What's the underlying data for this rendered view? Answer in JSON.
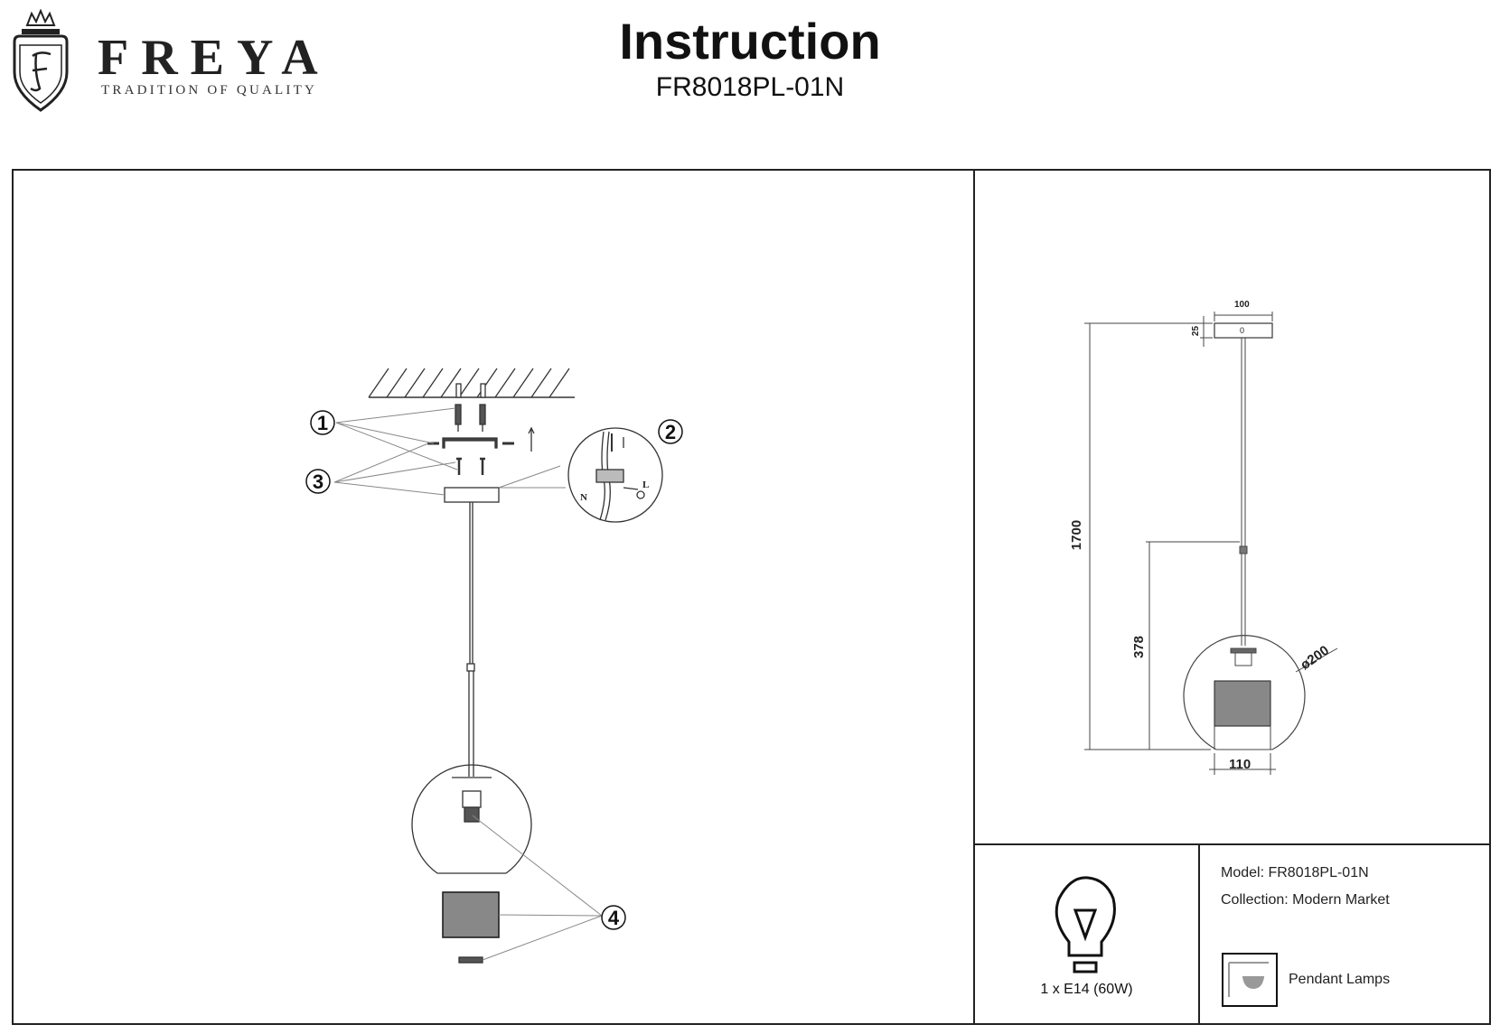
{
  "header": {
    "brand": "FREYA",
    "tagline": "TRADITION OF QUALITY",
    "title": "Instruction",
    "model_code": "FR8018PL-01N"
  },
  "assembly": {
    "callouts": [
      "1",
      "2",
      "3",
      "4"
    ],
    "wire_labels": {
      "neutral": "N",
      "live": "L"
    }
  },
  "dimensions": {
    "canopy_width": "100",
    "canopy_height": "25",
    "total_height": "1700",
    "shade_height": "378",
    "shade_diameter": "ø200",
    "inner_width": "110",
    "canopy_mark": "0"
  },
  "info": {
    "model": "Model: FR8018PL-01N",
    "collection": "Collection: Modern Market",
    "lamp": "1 x E14 (60W)",
    "category": "Pendant Lamps"
  },
  "icons": [
    "crest-icon",
    "light-bulb-icon",
    "pendant-lamp-icon"
  ]
}
